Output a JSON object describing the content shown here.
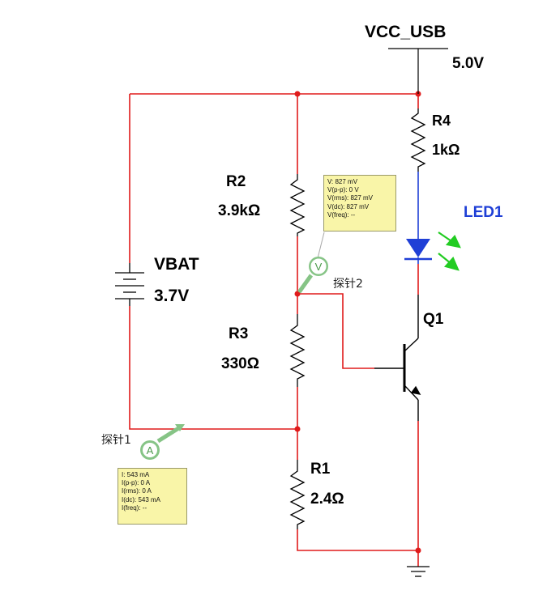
{
  "supply": {
    "name": "VCC_USB",
    "voltage": "5.0V"
  },
  "battery": {
    "name": "VBAT",
    "value": "3.7V"
  },
  "resistors": [
    {
      "ref": "R4",
      "value": "1kΩ"
    },
    {
      "ref": "R2",
      "value": "3.9kΩ"
    },
    {
      "ref": "R3",
      "value": "330Ω"
    },
    {
      "ref": "R1",
      "value": "2.4Ω"
    }
  ],
  "led": {
    "ref": "LED1"
  },
  "transistor": {
    "ref": "Q1"
  },
  "probe_voltage": {
    "label": "探针2",
    "symbol": "V",
    "readings": [
      "V: 827 mV",
      "V(p-p): 0 V",
      "V(rms): 827 mV",
      "V(dc): 827 mV",
      "V(freq): --"
    ]
  },
  "probe_current": {
    "label": "探针1",
    "symbol": "A",
    "readings": [
      "I: 543 mA",
      "I(p-p): 0 A",
      "I(rms): 0 A",
      "I(dc): 543 mA",
      "I(freq): --"
    ]
  },
  "colors": {
    "wire_red": "#e01b1b",
    "wire_blue": "#1f3fd6",
    "component": "#000000",
    "led_arrow": "#22cc22",
    "probe": "#86c486",
    "tooltip_bg": "#f9f5a8"
  }
}
